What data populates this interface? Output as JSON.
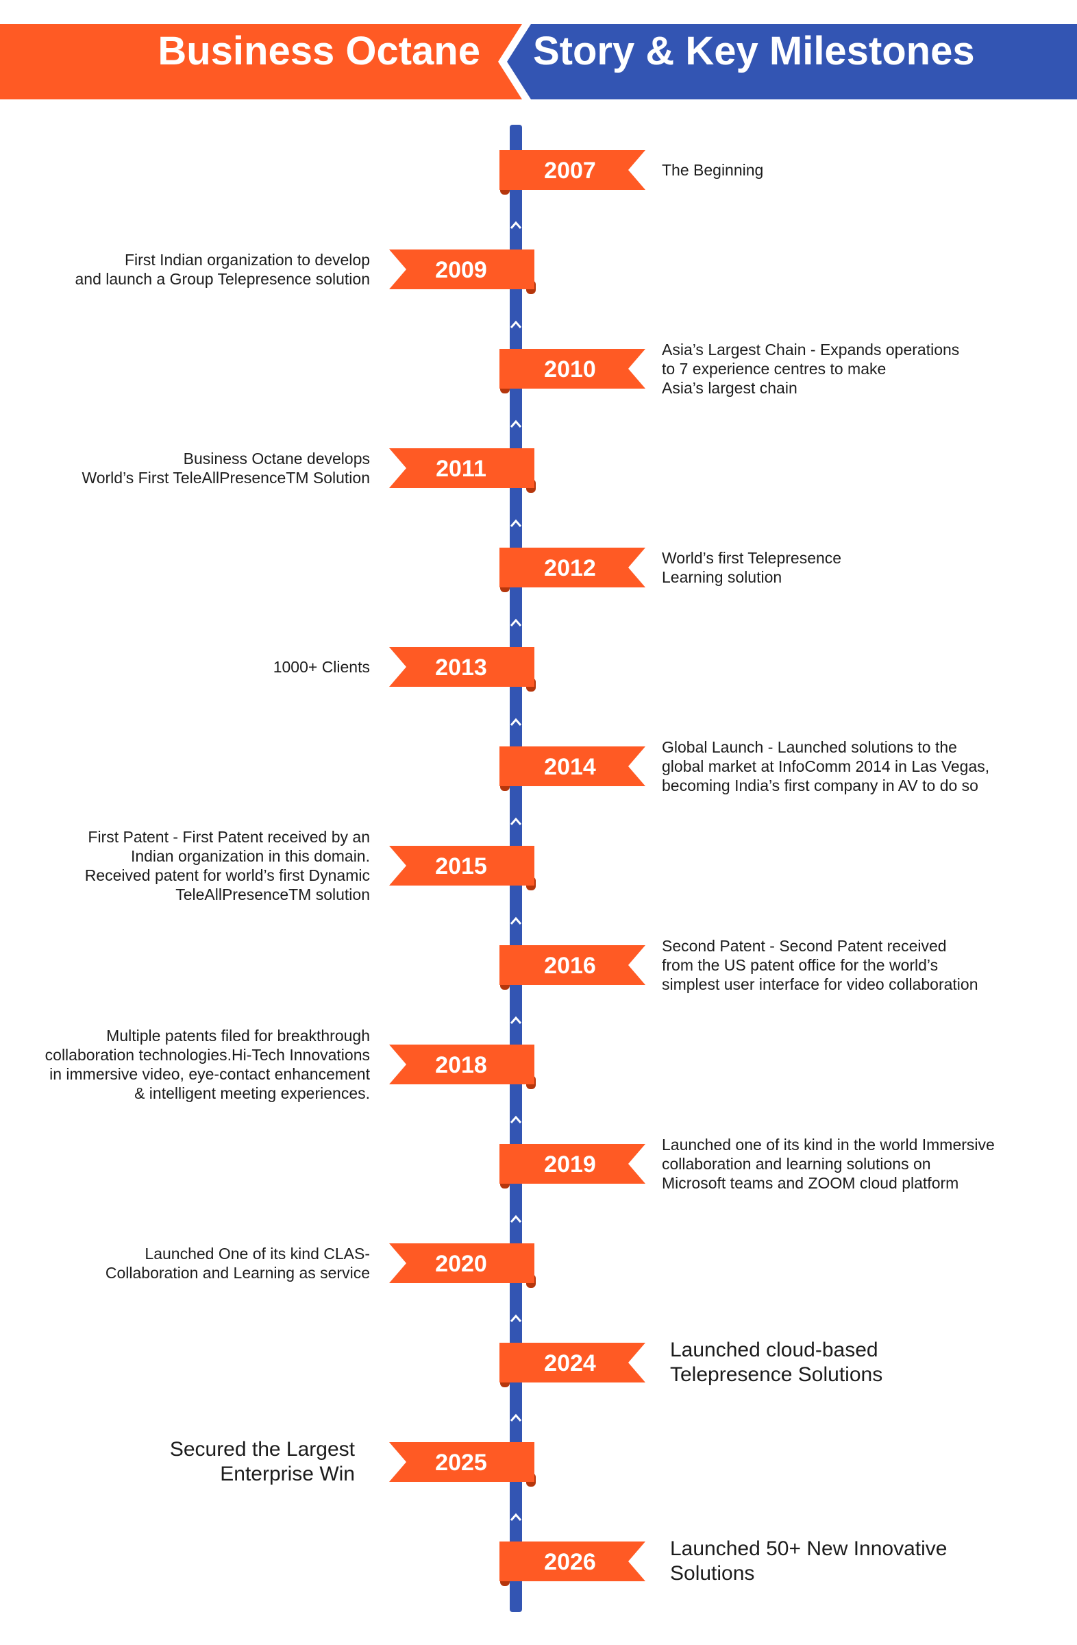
{
  "header": {
    "left_title": "Business Octane",
    "right_title": "Story & Key Milestones"
  },
  "colors": {
    "orange": "#FF5A24",
    "orange_dark": "#B5360C",
    "blue": "#3355B3",
    "text": "#1C1C1C"
  },
  "milestones": [
    {
      "year": "2007",
      "side": "right",
      "size": "normal",
      "text": "The Beginning"
    },
    {
      "year": "2009",
      "side": "left",
      "size": "normal",
      "text": "First Indian organization to develop\nand launch a Group Telepresence solution"
    },
    {
      "year": "2010",
      "side": "right",
      "size": "normal",
      "text": "Asia’s Largest Chain - Expands operations\nto 7 experience centres  to make\nAsia’s largest chain"
    },
    {
      "year": "2011",
      "side": "left",
      "size": "normal",
      "text": "Business Octane develops\nWorld’s First TeleAllPresenceTM Solution"
    },
    {
      "year": "2012",
      "side": "right",
      "size": "normal",
      "text": "World’s first Telepresence\nLearning solution"
    },
    {
      "year": "2013",
      "side": "left",
      "size": "normal",
      "text": "1000+ Clients"
    },
    {
      "year": "2014",
      "side": "right",
      "size": "normal",
      "text": "Global Launch - Launched  solutions to the\nglobal market at InfoComm 2014 in Las Vegas,\nbecoming India’s first company in AV to do so"
    },
    {
      "year": "2015",
      "side": "left",
      "size": "normal",
      "text": "First Patent - First Patent received by an\nIndian organization in this domain.\nReceived patent for world’s first Dynamic\nTeleAllPresenceTM solution"
    },
    {
      "year": "2016",
      "side": "right",
      "size": "normal",
      "text": "Second Patent - Second Patent received\nfrom the US patent office for the world’s\nsimplest user interface for video collaboration"
    },
    {
      "year": "2018",
      "side": "left",
      "size": "normal",
      "text": "Multiple patents filed for breakthrough\ncollaboration technologies.Hi-Tech Innovations\nin immersive video, eye-contact enhancement\n& intelligent meeting experiences."
    },
    {
      "year": "2019",
      "side": "right",
      "size": "normal",
      "text": "Launched one of its kind in the world Immersive\ncollaboration and learning solutions on\nMicrosoft teams and ZOOM cloud platform"
    },
    {
      "year": "2020",
      "side": "left",
      "size": "normal",
      "text": "Launched One of its kind CLAS-\nCollaboration and Learning as service"
    },
    {
      "year": "2024",
      "side": "right",
      "size": "big",
      "text": "Launched cloud-based\nTelepresence Solutions"
    },
    {
      "year": "2025",
      "side": "left",
      "size": "big",
      "text": "Secured the Largest\nEnterprise Win"
    },
    {
      "year": "2026",
      "side": "right",
      "size": "big",
      "text": "Launched 50+ New Innovative\nSolutions"
    }
  ]
}
